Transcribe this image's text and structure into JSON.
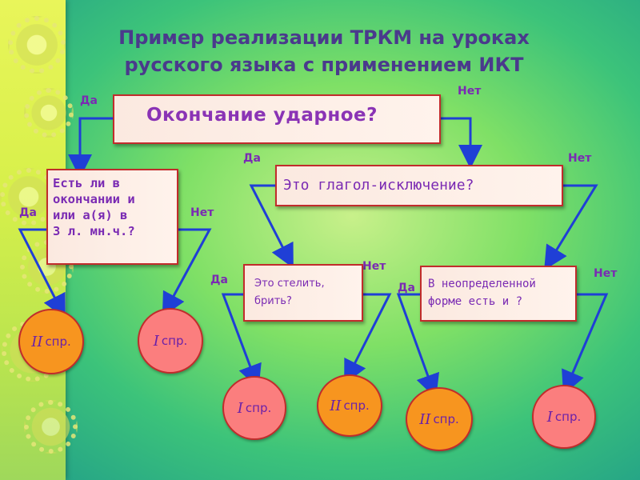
{
  "title": "Пример реализации ТРКМ на уроках\nрусского языка с применением ИКТ",
  "labels": {
    "yes": "Да",
    "no": "Нет"
  },
  "boxes": {
    "q1": "Окончание ударное?",
    "q2": "Есть ли в\nокончании и\nили а(я) в\n3 л. мн.ч.?",
    "q3": "Это глагол-исключение?",
    "q4": "Это стелить,\nбрить?",
    "q5": "В неопределенной\nформе есть и ?"
  },
  "results": {
    "r1": {
      "roman": "II",
      "text": "спр."
    },
    "r2": {
      "roman": "I",
      "text": "спр."
    },
    "r3": {
      "roman": "I",
      "text": "спр."
    },
    "r4": {
      "roman": "II",
      "text": "спр."
    },
    "r5": {
      "roman": "II",
      "text": "спр."
    },
    "r6": {
      "roman": "I",
      "text": "спр."
    }
  },
  "colors": {
    "arrow": "#1f3fd6",
    "box_border": "#c12c2c",
    "text": "#7a2ab3",
    "title": "#4a3a8c",
    "orange": "#f7951f",
    "pink": "#fb7e7e"
  }
}
